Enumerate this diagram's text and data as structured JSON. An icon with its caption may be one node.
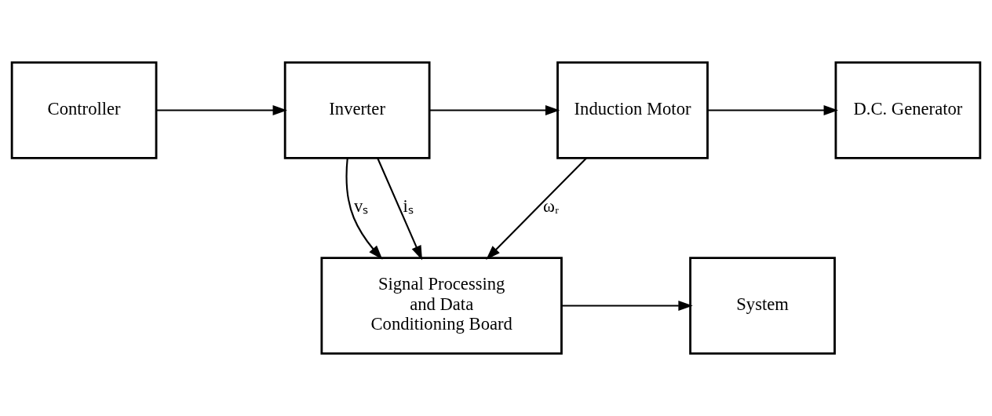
{
  "diagram": {
    "nodes": [
      {
        "text": [
          "Controller"
        ]
      },
      {
        "text": [
          "Inverter"
        ]
      },
      {
        "text": [
          "Induction Motor"
        ]
      },
      {
        "text": [
          "D.C. Generator"
        ]
      },
      {
        "text": [
          "System"
        ]
      },
      {
        "text": [
          "Signal Processing and Data Conditioning Board"
        ]
      }
    ],
    "edges": [
      {
        "from": 0,
        "to": 1,
        "arrow": "to"
      },
      {
        "from": 1,
        "to": 2,
        "arrow": "to"
      },
      {
        "from": 2,
        "to": 3,
        "arrow": "to"
      },
      {
        "from": 1,
        "to": 5,
        "arrow": "to",
        "label": "vₛ"
      },
      {
        "from": 1,
        "to": 5,
        "arrow": "to",
        "label": "iₛ"
      },
      {
        "from": 2,
        "to": 5,
        "arrow": "to",
        "label": "ωᵣ"
      },
      {
        "from": 5,
        "to": 4,
        "arrow": "to"
      }
    ]
  }
}
